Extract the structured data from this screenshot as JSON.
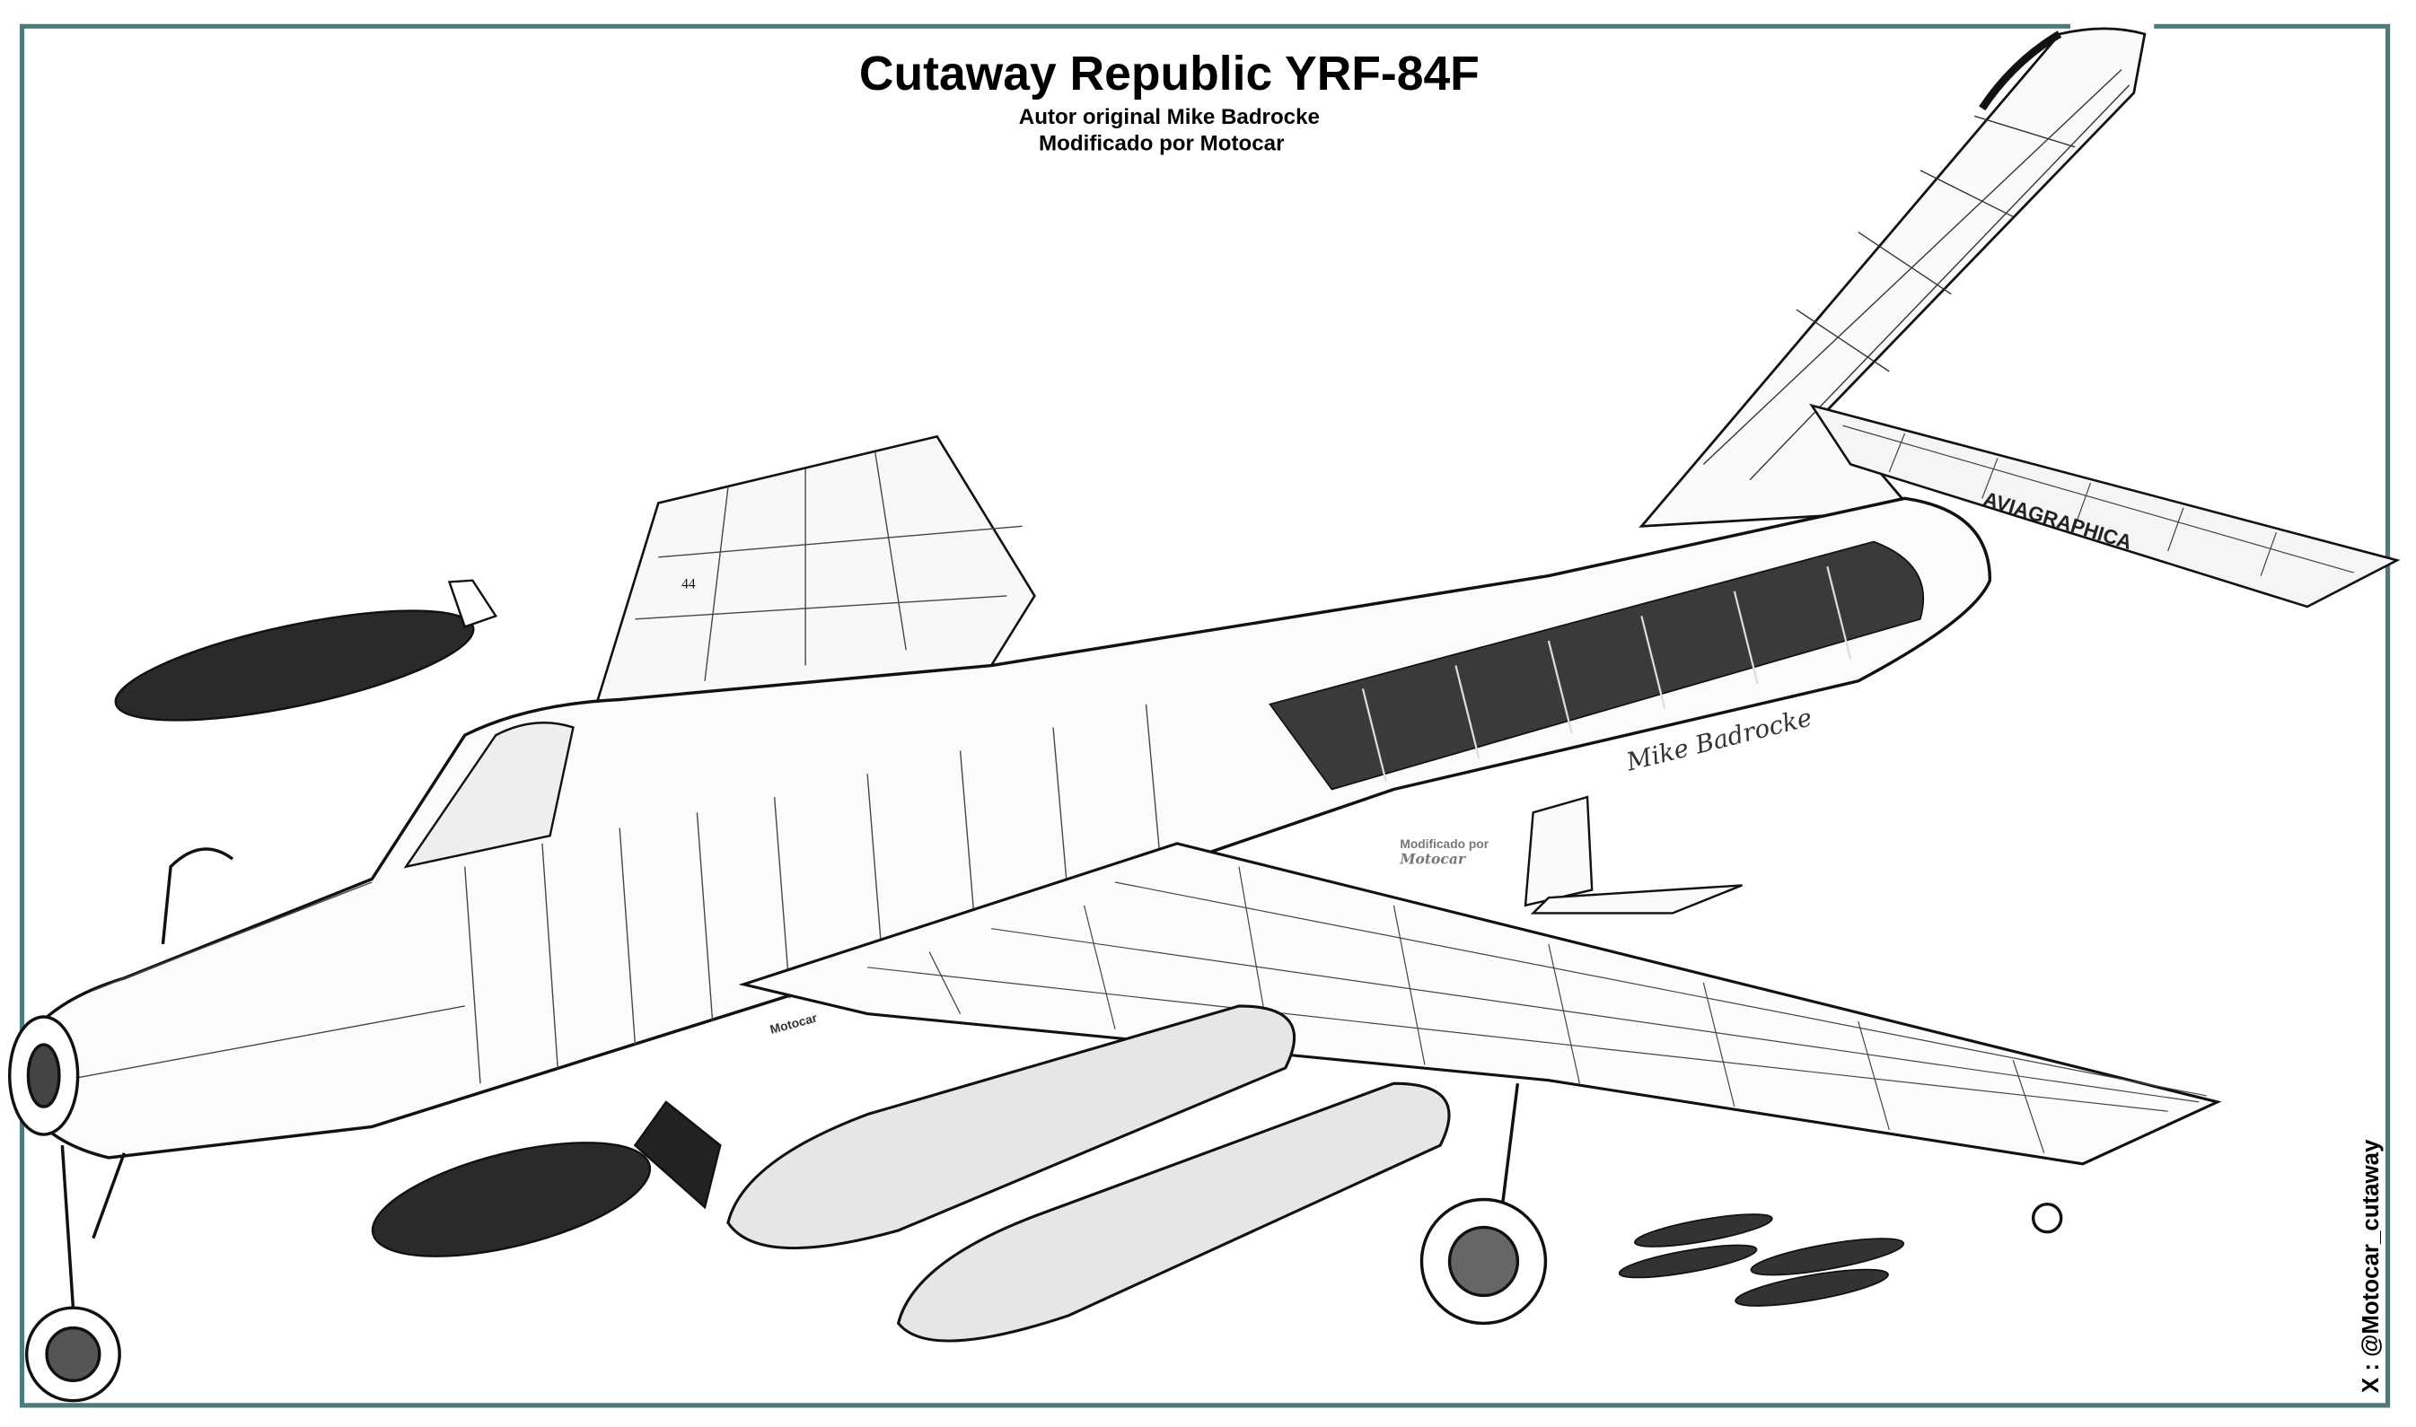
{
  "header": {
    "title": "Cutaway Republic YRF-84F",
    "author_line": "Autor original Mike Badrocke",
    "modified_line": "Modificado por Motocar"
  },
  "side_handle": "X : @Motocar_cutaway",
  "drawing_labels": {
    "signature": "Mike Badrocke",
    "watermark_modified": "Modificado por",
    "watermark_name": "Motocar",
    "fuselage_mark": "Motocar",
    "stabilizer_mark": "AVIAGRAPHICA",
    "panel_number": "44"
  },
  "colors": {
    "frame": "#4b7b7d",
    "ink": "#111111",
    "shade": "#2a2a2a",
    "tank": "#e6e6e6",
    "watermark": "#777777"
  }
}
